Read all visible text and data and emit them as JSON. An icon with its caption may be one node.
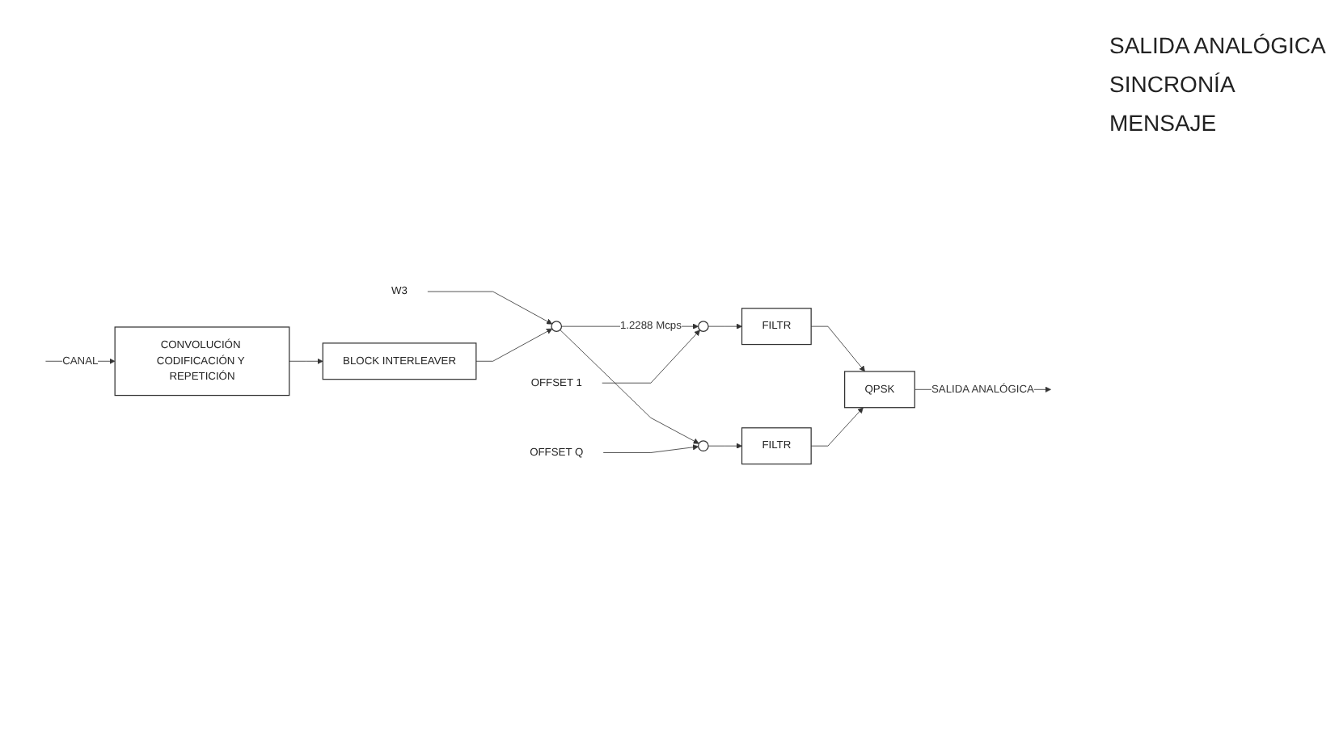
{
  "diagram": {
    "nodes": [
      {
        "text": [
          "W3"
        ]
      },
      {
        "text": [],
        "shape": "circle"
      },
      {
        "text": [
          "OFFSET 1"
        ]
      },
      {
        "text": [],
        "shape": "circle"
      },
      {
        "text": [
          "OFFSET Q"
        ]
      },
      {
        "text": [],
        "shape": "circle"
      },
      {
        "text": [
          "FILTR"
        ]
      },
      {
        "text": [
          "FILTR"
        ]
      },
      {
        "text": [
          "QPSK"
        ]
      },
      {
        "text": [
          "BLOCK INTERLEAVER"
        ]
      },
      {
        "text": [
          "CONVOLUCIÓN CODIFICACIÓN Y REPETICIÓN"
        ]
      }
    ],
    "edges": [
      {
        "from": 0,
        "to": 1,
        "arrow": "to"
      },
      {
        "from": 9,
        "to": 1,
        "arrow": "to"
      },
      {
        "from": 1,
        "to": 3,
        "arrow": "to",
        "label": "1.2288 Mcps"
      },
      {
        "from": 1,
        "to": 5,
        "arrow": "to"
      },
      {
        "from": 2,
        "to": 3,
        "arrow": "to"
      },
      {
        "from": 4,
        "to": 5,
        "arrow": "to"
      },
      {
        "from": 3,
        "to": 6,
        "arrow": "to"
      },
      {
        "from": 5,
        "to": 7,
        "arrow": "to"
      },
      {
        "from": 6,
        "to": 8,
        "arrow": "to"
      },
      {
        "from": 7,
        "to": 8,
        "arrow": "to"
      },
      {
        "from": 8,
        "to": null,
        "arrow": "to",
        "label": "SALIDA ANALÓGICA"
      },
      {
        "from": 10,
        "to": 9,
        "arrow": "to"
      },
      {
        "from": null,
        "to": 10,
        "arrow": "to",
        "label": "CANAL"
      }
    ],
    "labels": [
      "SALIDA ANALÓGICA",
      "SINCRONÍA",
      "MENSAJE"
    ]
  }
}
